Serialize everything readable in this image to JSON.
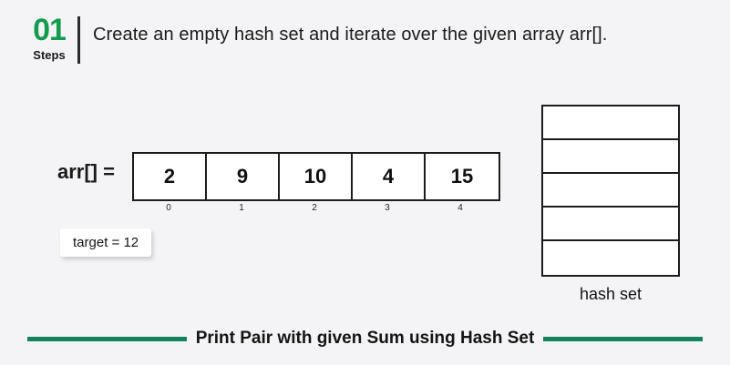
{
  "colors": {
    "background": "#f4f4f6",
    "accent_green": "#149b4f",
    "footer_green": "#14805c",
    "stroke": "#1c1c1c",
    "text": "#1a1a1a"
  },
  "header": {
    "step_number": "01",
    "step_caption": "Steps",
    "title": "Create an empty hash set and iterate over the given array arr[]."
  },
  "array": {
    "label": "arr[] =",
    "values": [
      "2",
      "9",
      "10",
      "4",
      "15"
    ],
    "indices": [
      "0",
      "1",
      "2",
      "3",
      "4"
    ]
  },
  "target": {
    "text": "target = 12"
  },
  "hash_set": {
    "caption": "hash set",
    "rows": [
      "",
      "",
      "",
      "",
      ""
    ]
  },
  "footer": {
    "text": "Print Pair with given Sum using Hash Set"
  }
}
